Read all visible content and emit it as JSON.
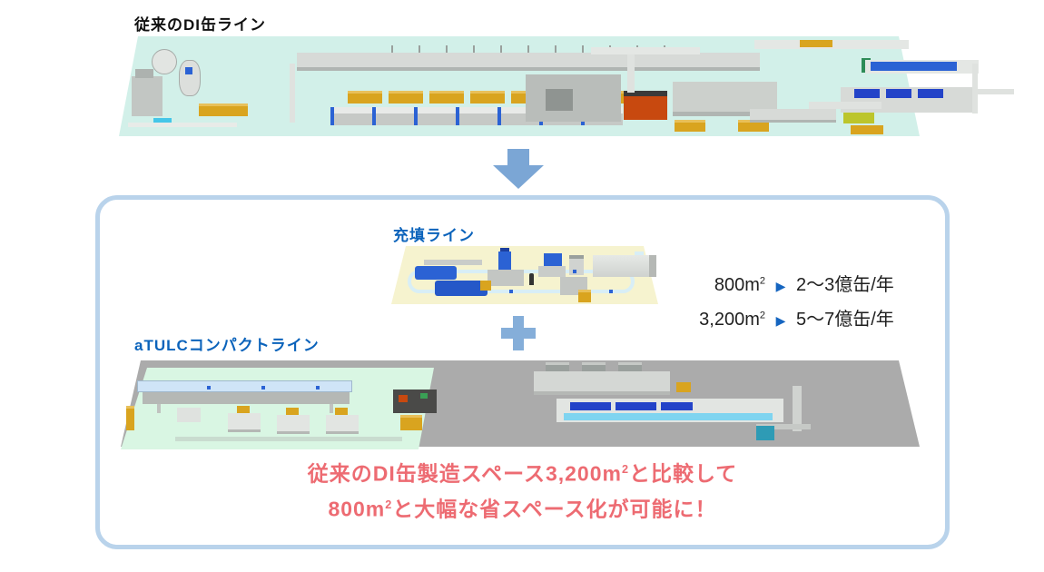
{
  "header": {
    "title": "従来のDI缶ライン"
  },
  "filling_line": {
    "title": "充填ライン"
  },
  "atulc_line": {
    "title": "aTULCコンパクトライン"
  },
  "stats": [
    {
      "area": "800m",
      "area_sup": "2",
      "arrow": "▶",
      "result": "2〜3億缶/年"
    },
    {
      "area": "3,200m",
      "area_sup": "2",
      "arrow": "▶",
      "result": "5〜7億缶/年"
    }
  ],
  "highlight": {
    "line1_pre": "従来のDI缶製造スペース3,200m",
    "line1_sup": "2",
    "line1_post": "と比較して",
    "line2_pre": "800m",
    "line2_sup": "2",
    "line2_post": "と大幅な省スペース化が可能に！"
  },
  "colors": {
    "label_blue": "#0b63bb",
    "transform_arrow_blue": "#7ba6d5",
    "stat_arrow_blue": "#1565c0",
    "highlight_red": "#ed6b72",
    "panel_border": "#b9d3eb",
    "floor_conventional": "#d2f0e9",
    "floor_filling": "#f6f3cf",
    "floor_atulc_mint": "#d9f6e3",
    "unused_space_gray": "#ababab"
  }
}
